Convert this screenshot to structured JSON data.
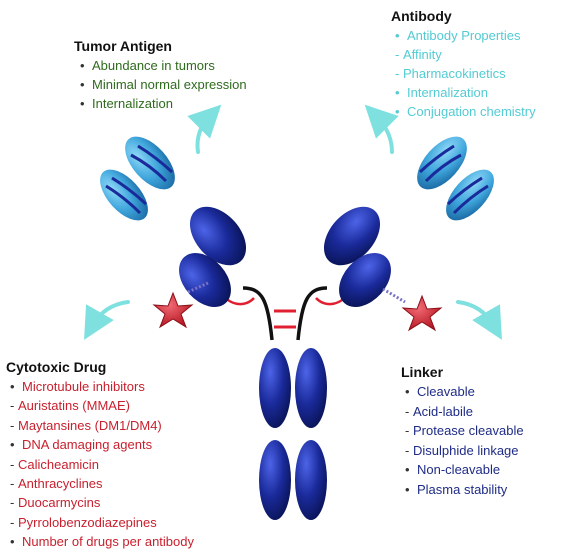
{
  "tumor_antigen": {
    "title": "Tumor Antigen",
    "items": [
      "Abundance in tumors",
      "Minimal normal expression",
      "Internalization"
    ]
  },
  "antibody": {
    "title": "Antibody",
    "items": [
      {
        "text": "Antibody Properties",
        "level": 0
      },
      {
        "text": "Affinity",
        "level": 1
      },
      {
        "text": "Pharmacokinetics",
        "level": 1
      },
      {
        "text": "Internalization",
        "level": 0
      },
      {
        "text": "Conjugation chemistry",
        "level": 0
      }
    ]
  },
  "cytotoxic_drug": {
    "title": "Cytotoxic Drug",
    "items": [
      {
        "text": "Microtubule inhibitors",
        "level": 0
      },
      {
        "text": "Auristatins (MMAE)",
        "level": 1
      },
      {
        "text": "Maytansines (DM1/DM4)",
        "level": 1
      },
      {
        "text": "DNA damaging agents",
        "level": 0
      },
      {
        "text": "Calicheamicin",
        "level": 1
      },
      {
        "text": "Anthracyclines",
        "level": 1
      },
      {
        "text": "Duocarmycins",
        "level": 1
      },
      {
        "text": "Pyrrolobenzodiazepines",
        "level": 1
      },
      {
        "text": "Number of drugs per antibody",
        "level": 0
      }
    ]
  },
  "linker": {
    "title": "Linker",
    "items": [
      {
        "text": "Cleavable",
        "level": 0
      },
      {
        "text": "Acid-labile",
        "level": 1
      },
      {
        "text": "Protease cleavable",
        "level": 1
      },
      {
        "text": "Disulphide linkage",
        "level": 1
      },
      {
        "text": "Non-cleavable",
        "level": 0
      },
      {
        "text": "Plasma stability",
        "level": 0
      }
    ]
  },
  "colors": {
    "heavy_chain": "#1a2a9a",
    "light_chain": "#3fa6dc",
    "disulfide_bond": "#e02030",
    "drug_star": "#c8202e",
    "arrow": "#7fe0e0"
  },
  "icons": [
    "antibody-illustration",
    "drug-star-icon",
    "curved-arrow-icon"
  ]
}
